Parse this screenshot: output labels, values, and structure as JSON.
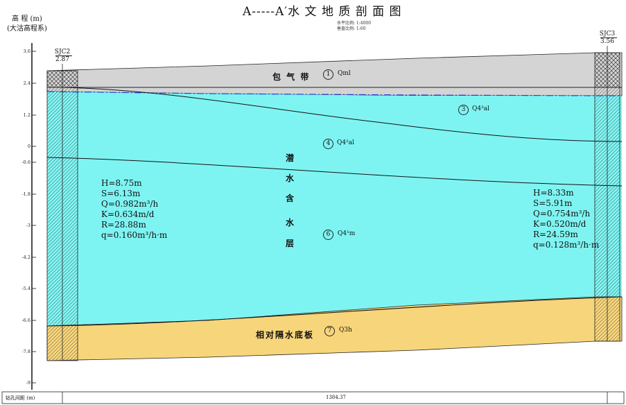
{
  "title": "A-----A′水 文 地 质 剖 面 图",
  "scale_h": "水平比例: 1:4000",
  "scale_v": "垂直比例: 1:60",
  "y_axis": {
    "title_line1": "高 程 (m)",
    "title_line2": "(大沽高程系)",
    "ticks": [
      "3.6",
      "2.4",
      "1.2",
      "0",
      "-0.6",
      "-1.8",
      "-3",
      "-4.2",
      "-5.4",
      "-6.6",
      "-7.8",
      "-9"
    ]
  },
  "wells": {
    "left": {
      "id": "SJC2",
      "elev": "2.87"
    },
    "right": {
      "id": "SJC3",
      "elev": "3.56"
    }
  },
  "layers": {
    "vadose": {
      "name": "包 气 带",
      "num": "1",
      "code": "Qml"
    },
    "l3": {
      "num": "3",
      "code": "Q4³al"
    },
    "l4": {
      "num": "4",
      "code": "Q4²al"
    },
    "aquifer_chars": [
      "潜",
      "水",
      "含",
      "水",
      "层"
    ],
    "l6": {
      "num": "6",
      "code": "Q4¹m"
    },
    "base": {
      "name": "相对隔水底板",
      "num": "7",
      "code": "Q3h"
    }
  },
  "params_left": [
    "H=8.75m",
    "S=6.13m",
    "Q=0.982m³/h",
    "K=0.634m/d",
    "R=28.88m",
    "q=0.160m³/h·m"
  ],
  "params_right": [
    "H=8.33m",
    "S=5.91m",
    "Q=0.754m³/h",
    "K=0.520m/d",
    "R=24.59m",
    "q=0.128m³/h·m"
  ],
  "bottom": {
    "label": "钻孔间距 (m)",
    "distance": "1384.37"
  },
  "colors": {
    "vadose": "#d4d4d4",
    "aquifer": "#7ef4f2",
    "base": "#f7d57a",
    "water_table": "#1f3fd0"
  }
}
